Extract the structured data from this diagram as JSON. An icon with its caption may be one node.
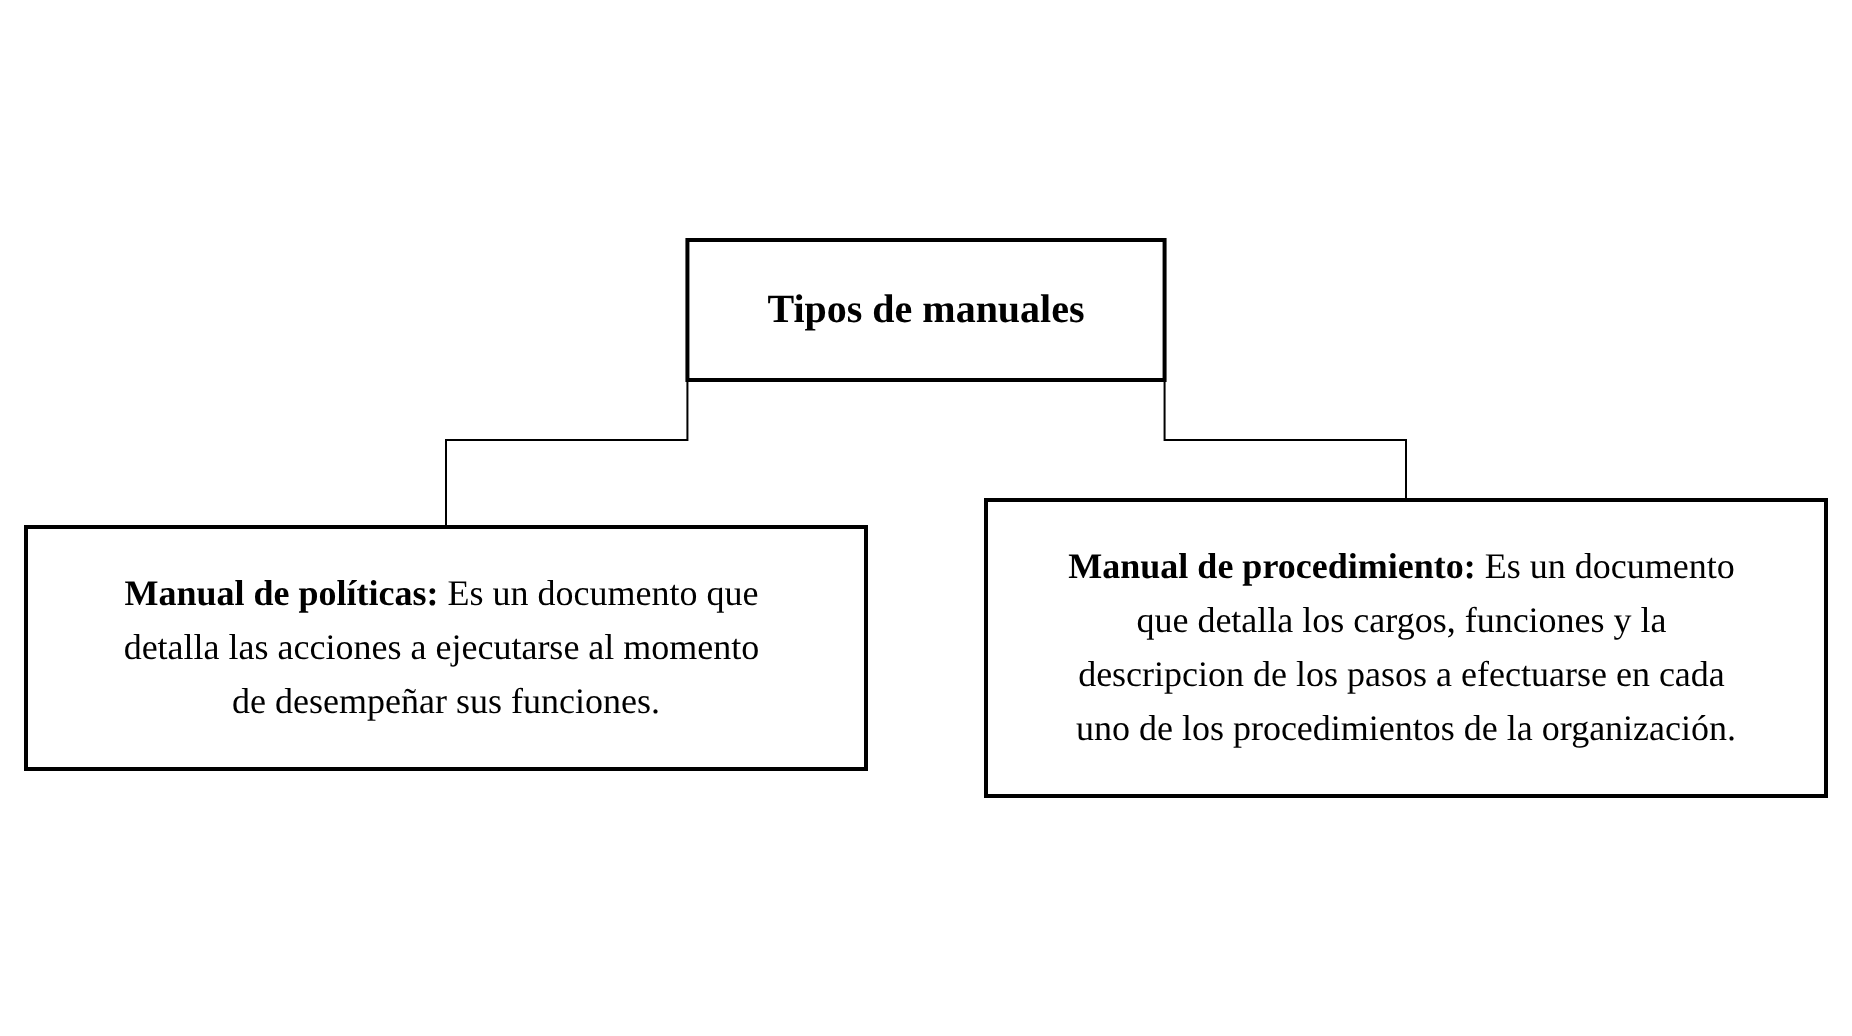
{
  "diagram": {
    "nodes": [
      {
        "text": [
          "Tipos de manuales"
        ]
      },
      {
        "text": [
          "**Manual de políticas:** Es un documento que detalla las acciones a ejecutarse al momento de desempeñar sus funciones."
        ]
      },
      {
        "text": [
          "**Manual de procedimiento:** Es un documento que detalla los cargos, funciones y la descripcion de los pasos a efectuarse en cada uno de los procedimientos de la organización."
        ]
      }
    ],
    "edges": [
      {
        "from": 0,
        "to": 1,
        "arrow": "none"
      },
      {
        "from": 0,
        "to": 2,
        "arrow": "none"
      }
    ]
  }
}
